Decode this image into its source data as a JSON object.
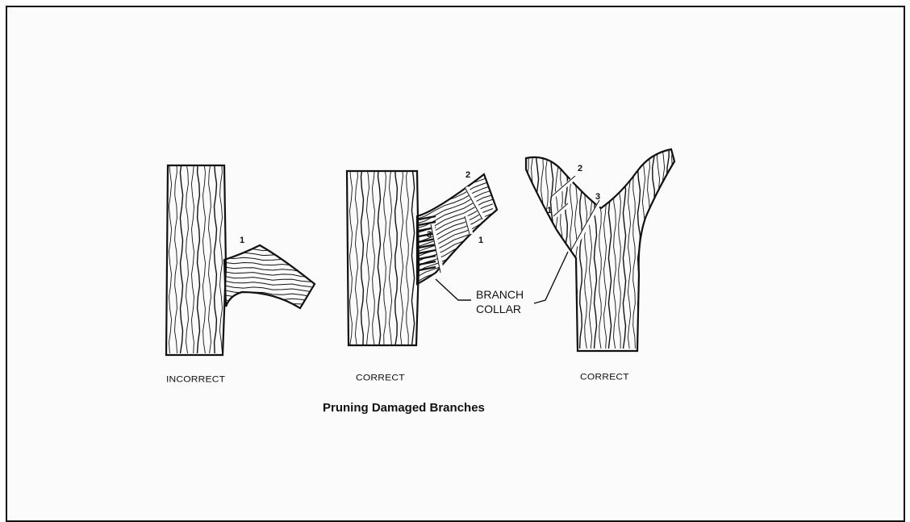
{
  "title": "Pruning Damaged Branches",
  "panels": [
    {
      "caption": "INCORRECT",
      "cut_numbers": [
        "1"
      ]
    },
    {
      "caption": "CORRECT",
      "cut_numbers": [
        "1",
        "2",
        "3"
      ]
    },
    {
      "caption": "CORRECT",
      "cut_numbers": [
        "1",
        "2",
        "3"
      ]
    }
  ],
  "callout": {
    "line1": "BRANCH",
    "line2": "COLLAR"
  },
  "colors": {
    "ink": "#111111",
    "paper": "#fbfbfb",
    "frame": "#111111"
  }
}
